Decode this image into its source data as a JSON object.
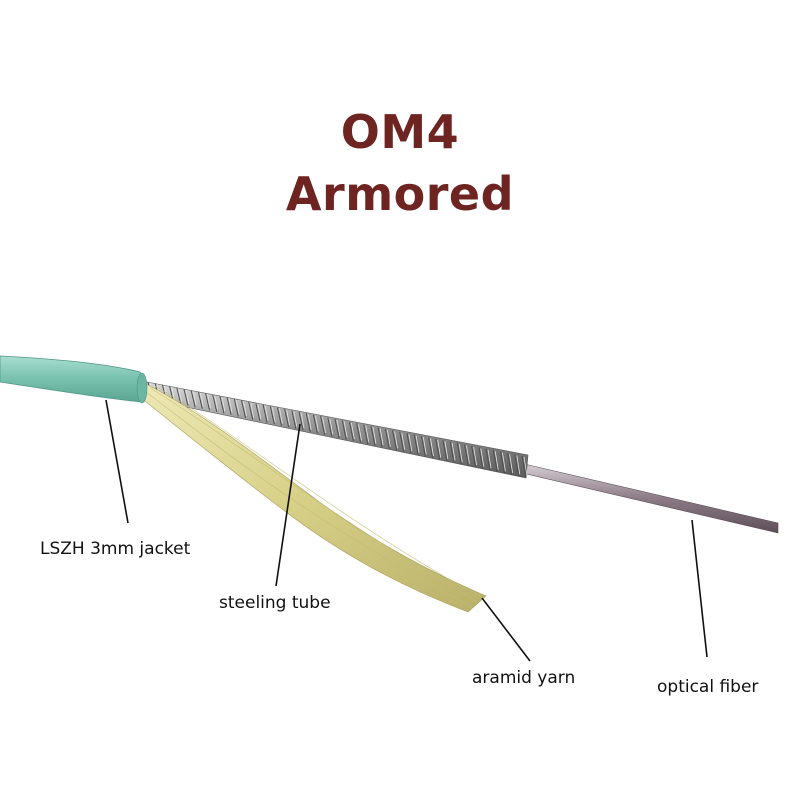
{
  "title": {
    "line1": "OM4",
    "line2": "Armored"
  },
  "labels": {
    "jacket": "LSZH 3mm jacket",
    "tube": "steeling tube",
    "yarn": "aramid yarn",
    "fiber": "optical fiber"
  },
  "colors": {
    "title": "#6e2420",
    "jacket": "#7cc4b2",
    "aramid": "#d8d28c",
    "steel": "#8a8a8a",
    "fiber": "#9a8a95",
    "leader": "#111111"
  }
}
